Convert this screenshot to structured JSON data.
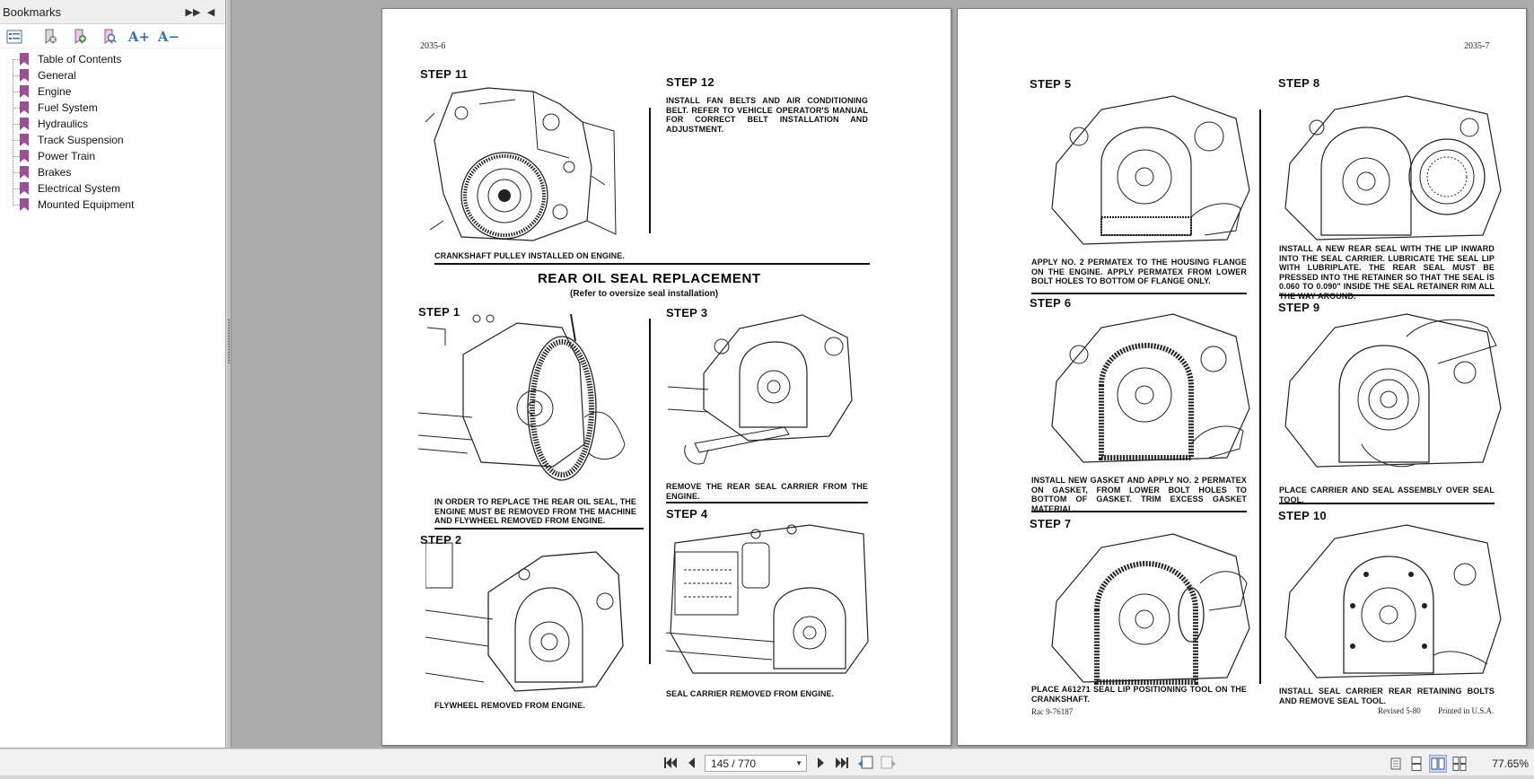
{
  "sidebar": {
    "title": "Bookmarks",
    "header_icons": [
      "expand-panel-icon",
      "collapse-panel-icon"
    ],
    "toolbar": [
      {
        "icon": "bookmark-options-icon"
      },
      {
        "icon": "delete-bookmark-icon"
      },
      {
        "icon": "new-bookmark-icon"
      },
      {
        "icon": "find-bookmark-icon"
      },
      {
        "icon": "enlarge-text-icon",
        "label": "A+"
      },
      {
        "icon": "reduce-text-icon",
        "label": "A−"
      }
    ],
    "items": [
      {
        "label": "Table of Contents"
      },
      {
        "label": "General"
      },
      {
        "label": "Engine"
      },
      {
        "label": "Fuel System"
      },
      {
        "label": "Hydraulics"
      },
      {
        "label": "Track Suspension"
      },
      {
        "label": "Power Train"
      },
      {
        "label": "Brakes"
      },
      {
        "label": "Electrical System"
      },
      {
        "label": "Mounted Equipment"
      }
    ],
    "bookmark_color": "#9b4f96"
  },
  "left_page": {
    "number": "2035-6",
    "step11": {
      "label": "STEP 11",
      "caption": "CRANKSHAFT PULLEY INSTALLED ON ENGINE."
    },
    "step12": {
      "label": "STEP 12",
      "caption": "INSTALL FAN BELTS AND AIR CONDITIONING BELT. REFER TO VEHICLE OPERATOR'S MANUAL FOR CORRECT BELT INSTALLATION AND ADJUSTMENT."
    },
    "section_title": "REAR OIL SEAL REPLACEMENT",
    "section_subtitle": "(Refer to oversize seal installation)",
    "step1": {
      "label": "STEP 1",
      "caption": "IN ORDER TO REPLACE THE REAR OIL SEAL, THE ENGINE MUST BE REMOVED FROM THE MACHINE AND FLYWHEEL REMOVED FROM ENGINE."
    },
    "step2": {
      "label": "STEP 2",
      "caption": "FLYWHEEL REMOVED FROM ENGINE."
    },
    "step3": {
      "label": "STEP 3",
      "caption": "REMOVE THE REAR SEAL CARRIER FROM THE ENGINE."
    },
    "step4": {
      "label": "STEP 4",
      "caption": "SEAL CARRIER REMOVED FROM ENGINE."
    }
  },
  "right_page": {
    "number": "2035-7",
    "step5": {
      "label": "STEP 5",
      "caption": "APPLY NO. 2 PERMATEX TO THE HOUSING FLANGE ON THE ENGINE. APPLY PERMATEX FROM LOWER BOLT HOLES TO BOTTOM OF FLANGE ONLY."
    },
    "step6": {
      "label": "STEP 6",
      "caption": "INSTALL NEW GASKET AND APPLY NO. 2 PERMATEX ON GASKET, FROM LOWER BOLT HOLES TO BOTTOM OF GASKET. TRIM EXCESS GASKET MATERIAL."
    },
    "step7": {
      "label": "STEP 7",
      "caption": "PLACE A61271 SEAL LIP POSITIONING TOOL ON THE CRANKSHAFT."
    },
    "step8": {
      "label": "STEP 8",
      "caption": "INSTALL A NEW REAR SEAL WITH THE LIP INWARD INTO THE SEAL CARRIER. LUBRICATE THE SEAL LIP WITH LUBRIPLATE. THE REAR SEAL MUST BE PRESSED INTO THE RETAINER SO THAT THE SEAL IS 0.060 TO 0.090\" INSIDE THE SEAL RETAINER RIM ALL THE WAY AROUND."
    },
    "step9": {
      "label": "STEP 9",
      "caption": "PLACE CARRIER AND SEAL ASSEMBLY OVER SEAL TOOL."
    },
    "step10": {
      "label": "STEP 10",
      "caption": "INSTALL SEAL CARRIER REAR RETAINING BOLTS AND REMOVE SEAL TOOL."
    },
    "footer_left": "Rac 9-76187",
    "footer_revised": "Revised 5-80",
    "footer_printed": "Printed in U.S.A."
  },
  "bottombar": {
    "page_indicator": "145 / 770",
    "current_page": 145,
    "total_pages": 770,
    "zoom": "77.65%",
    "nav_icons": [
      "first-page-icon",
      "previous-page-icon",
      "next-page-icon",
      "last-page-icon",
      "previous-view-icon",
      "next-view-icon"
    ],
    "view_modes": [
      "single-page-view-icon",
      "continuous-view-icon",
      "two-page-view-icon",
      "two-page-continuous-view-icon"
    ],
    "active_view": "two-page-view-icon"
  }
}
